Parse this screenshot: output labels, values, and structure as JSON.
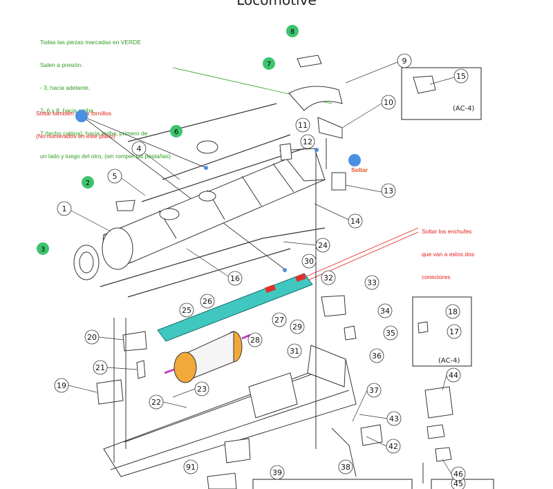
{
  "title": "Locomotive",
  "notes": {
    "green_press_fit": [
      "Todas las piezas marcadas en VERDE",
      "Salen a presión:",
      "- 3, hacia adelante,",
      "2, 6 y 8, hacia arriba,",
      "7 (techo cabina), hacia arriba, primero de",
      "un lado y luego del otro, (sin romper las pestañas)"
    ],
    "red_screws": [
      "Soltar también estos tornillos",
      "(No numerados en este plano)"
    ],
    "red_connectors": [
      "Soltar los enchufes",
      "que van a estos dos",
      "conectores"
    ],
    "soltar": "Soltar"
  },
  "insets": {
    "top_right_label": "(AC-4)",
    "mid_right_label": "(AC-4)"
  },
  "callouts": {
    "green": [
      "8",
      "7",
      "6",
      "2",
      "3"
    ],
    "black": [
      "1",
      "4",
      "5",
      "9",
      "10",
      "11",
      "12",
      "13",
      "14",
      "15",
      "16",
      "17",
      "18",
      "19",
      "20",
      "21",
      "22",
      "23",
      "24",
      "25",
      "26",
      "27",
      "28",
      "29",
      "30",
      "31",
      "32",
      "33",
      "34",
      "35",
      "36",
      "37",
      "38",
      "39",
      "42",
      "43",
      "44",
      "45",
      "46",
      "91"
    ]
  },
  "colors": {
    "green_callout": "#3ec46d",
    "blue_marker": "#4a90e2",
    "red_line": "#e0201b",
    "board": "#3fc7c0",
    "connector": "#e03030",
    "motor_body": "#f0a93a",
    "green_line": "#2e9c1f"
  }
}
